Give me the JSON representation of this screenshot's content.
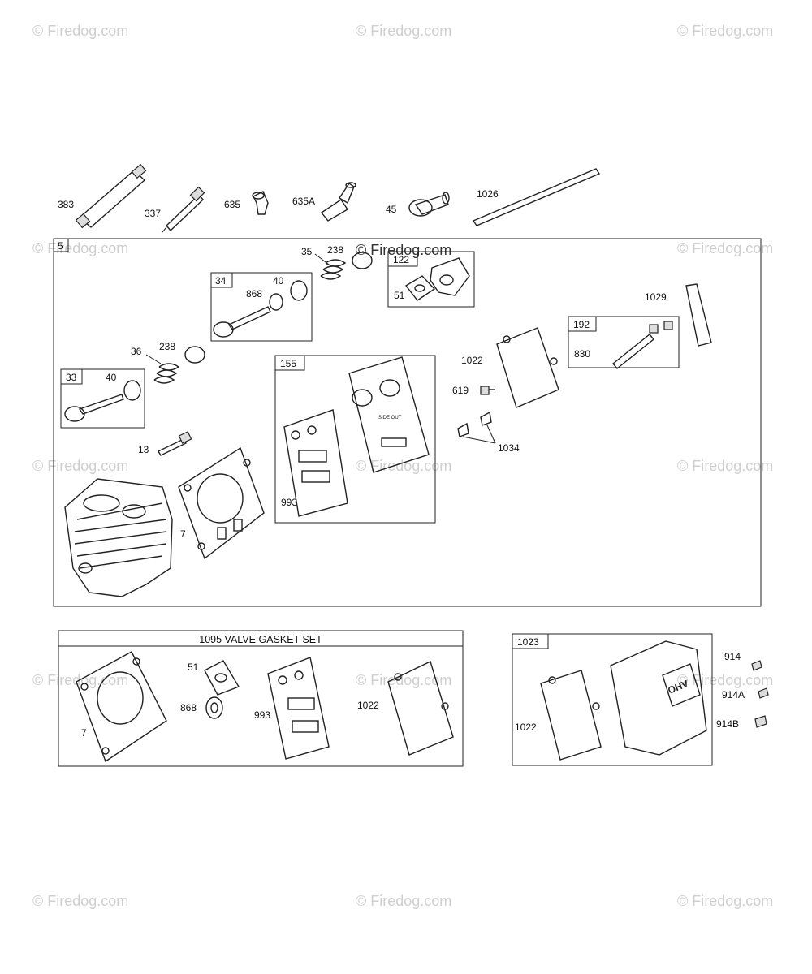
{
  "watermark": {
    "text": "© Firedog.com",
    "dark_text": "© Firedog.com"
  },
  "top_row": {
    "labels": [
      "383",
      "337",
      "635",
      "635A",
      "45",
      "1026"
    ]
  },
  "main_group": {
    "ref": "5",
    "subbox_122": {
      "ref": "122",
      "label_51": "51"
    },
    "subbox_34": {
      "ref": "34",
      "label_868": "868",
      "label_40": "40"
    },
    "subbox_33": {
      "ref": "33",
      "label_40": "40"
    },
    "subbox_155": {
      "ref": "155",
      "label_993": "993",
      "stamp": "SIDE OUT"
    },
    "subbox_192": {
      "ref": "192",
      "label_830": "830"
    },
    "labels": {
      "p35": "35",
      "p238a": "238",
      "p238b": "238",
      "p36": "36",
      "p13": "13",
      "p7": "7",
      "p1022": "1022",
      "p619": "619",
      "p1034": "1034",
      "p1029": "1029"
    }
  },
  "valve_gasket_set": {
    "title": "1095 VALVE GASKET SET",
    "labels": {
      "p7": "7",
      "p51": "51",
      "p868": "868",
      "p993": "993",
      "p1022": "1022"
    }
  },
  "cover_group": {
    "ref": "1023",
    "label_1022": "1022",
    "cover_text": "OHV",
    "side_labels": {
      "p914": "914",
      "p914A": "914A",
      "p914B": "914B"
    }
  }
}
